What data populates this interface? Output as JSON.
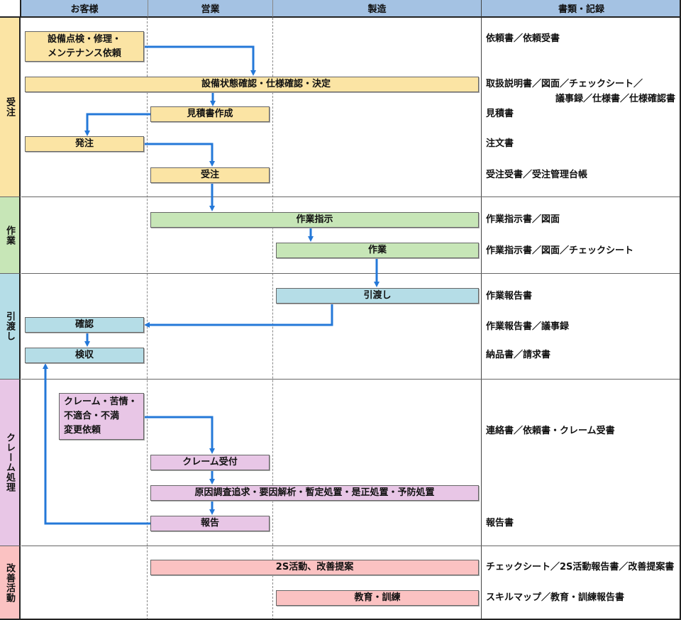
{
  "colors": {
    "header": "#a4c2e3",
    "order": "#fbe4a4",
    "work": "#c7e6b7",
    "delivery": "#b5dde7",
    "claim": "#e8c6e6",
    "improve": "#fbc2c2",
    "arrow": "#2478d8"
  },
  "header": {
    "columns": [
      "お客様",
      "営業",
      "製造",
      "書類・記録"
    ]
  },
  "phases": [
    {
      "label": "受注"
    },
    {
      "label": "作業"
    },
    {
      "label": "引渡し"
    },
    {
      "label": "クレーム処理"
    },
    {
      "label": "改善活動"
    }
  ],
  "steps": {
    "request": {
      "line1": "設備点検・修理・",
      "line2": "メンテナンス依頼"
    },
    "confirm_spec": "設備状態確認・仕様確認・決定",
    "estimate": "見積書作成",
    "place_order": "発注",
    "receive_order": "受注",
    "work_instruction": "作業指示",
    "work": "作業",
    "handover": "引渡し",
    "check": "確認",
    "acceptance": "検収",
    "claim": {
      "line1": "クレーム・苦情・",
      "line2": "不適合・不満",
      "line3": "変更依頼"
    },
    "claim_reception": "クレーム受付",
    "root_cause": "原因調査追求・要因解析・暫定処置・是正処置・予防処置",
    "report": "報告",
    "activity_2s": "2S活動、改善提案",
    "training": "教育・訓練"
  },
  "documents": {
    "request": "依頼書／依頼受書",
    "confirm_spec_line1": "取扱説明書／図面／チェックシート／",
    "confirm_spec_line2": "議事録／仕様書／仕様確認書",
    "estimate": "見積書",
    "place_order": "注文書",
    "receive_order": "受注受書／受注管理台帳",
    "work_instruction": "作業指示書／図面",
    "work": "作業指示書／図面／チェックシート",
    "handover": "作業報告書",
    "check": "作業報告書／議事録",
    "acceptance": "納品書／請求書",
    "claim": "連絡書／依頼書・クレーム受書",
    "report": "報告書",
    "activity_2s": "チェックシート／2S活動報告書／改善提案書",
    "training": "スキルマップ／教育・訓練報告書"
  }
}
